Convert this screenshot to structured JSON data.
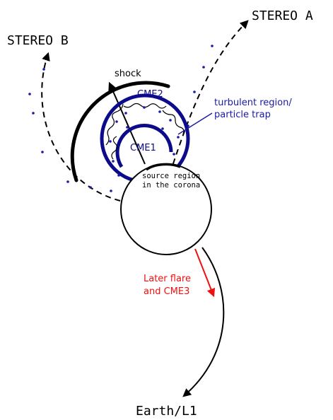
{
  "labels": {
    "stereo_a": "STEREO A",
    "stereo_b": "STEREO B",
    "shock": "shock",
    "cme2": "CME2",
    "cme1": "CME1",
    "turbulent_line1": "turbulent region/",
    "turbulent_line2": "particle trap",
    "source_line1": "source region",
    "source_line2": "in the corona",
    "flare_line1": "Later flare",
    "flare_line2": "and CME3",
    "earth": "Earth/L1"
  },
  "colors": {
    "black": "#000000",
    "cme_blue": "#0b0b8c",
    "turbulent_blue": "#1a1aa6",
    "flare_red": "#ee1111",
    "background": "#ffffff"
  }
}
